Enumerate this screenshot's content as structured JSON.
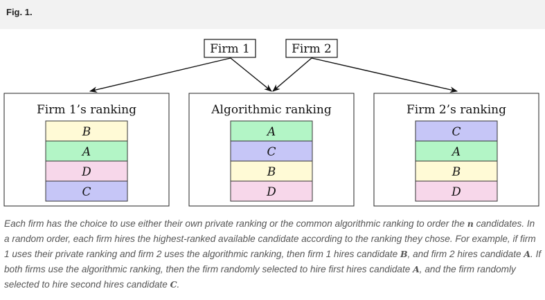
{
  "figure": {
    "label": "Fig. 1."
  },
  "diagram": {
    "firms": [
      {
        "label": "Firm 1"
      },
      {
        "label": "Firm 2"
      }
    ],
    "rankings": [
      {
        "title": "Firm 1’s ranking",
        "order": [
          "B",
          "A",
          "D",
          "C"
        ]
      },
      {
        "title": "Algorithmic ranking",
        "order": [
          "A",
          "C",
          "B",
          "D"
        ]
      },
      {
        "title": "Firm 2’s ranking",
        "order": [
          "C",
          "A",
          "B",
          "D"
        ]
      }
    ],
    "candidate_colors": {
      "A": "#b3f5c6",
      "B": "#fffad6",
      "C": "#c6c6f7",
      "D": "#f7d7ea"
    }
  },
  "caption": {
    "p1": "Each firm has the choice to use either their own private ranking or the common algorithmic ranking to order the ",
    "m1": "n",
    "p2": " candidates. In a random order, each firm hires the highest-ranked available candidate according to the ranking they chose. For example, if firm 1 uses their private ranking and firm 2 uses the algorithmic ranking, then firm 1 hires candidate ",
    "m2": "B",
    "p3": ", and firm 2 hires candidate ",
    "m3": "A",
    "p4": ". If both firms use the algorithmic ranking, then the firm randomly selected to hire first hires candidate ",
    "m4": "A",
    "p5": ", and the firm randomly selected to hire second hires candidate ",
    "m5": "C",
    "p6": "."
  }
}
